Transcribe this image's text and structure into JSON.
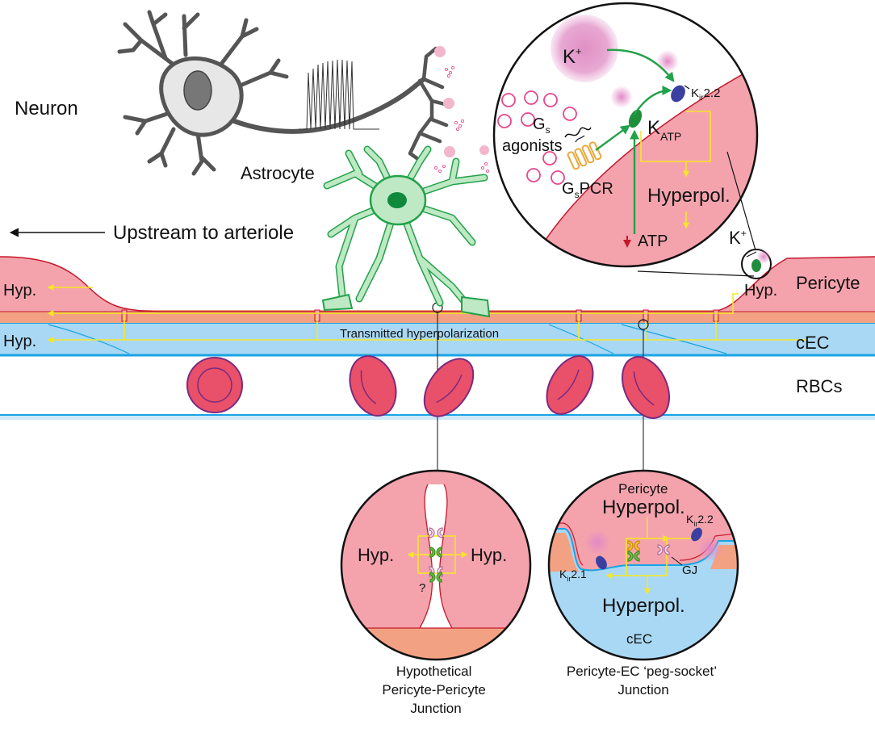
{
  "labels": {
    "neuron": "Neuron",
    "astrocyte": "Astrocyte",
    "upstream": "Upstream to arteriole",
    "pericyte": "Pericyte",
    "cec": "cEC",
    "rbcs": "RBCs",
    "hyp": "Hyp.",
    "transmitted": "Transmitted hyperpolarization",
    "k_plus": "K",
    "plus": "+",
    "g": "G",
    "s_sub": "s",
    "agonists": "agonists",
    "pcr": "PCR",
    "k": "K",
    "atp_sub": "ATP",
    "kir_k": "K",
    "kir_ir": "ir",
    "kir22_num": "2.2",
    "kir21_num": "2.1",
    "hyperpol": "Hyperpol.",
    "atp": "ATP",
    "question": "?",
    "gj": "GJ"
  },
  "captions": {
    "left": [
      "Hypothetical",
      "Pericyte-Pericyte",
      "Junction"
    ],
    "right": [
      "Pericyte-EC ‘peg-socket’",
      "Junction"
    ]
  },
  "colors": {
    "pericyte_fill": "#f4a3ad",
    "pericyte_base": "#f2a283",
    "pericyte_edge": "#c4182b",
    "endothelium_fill": "#a9d8f4",
    "endothelium_edge": "#19a4e3",
    "rbc_fill": "#e9506a",
    "rbc_edge": "#7b2a7e",
    "astrocyte_fill": "#bfe8c4",
    "astrocyte_edge": "#22a24a",
    "neuron_fill": "#e7e7e7",
    "neuron_edge": "#555555",
    "signal_yellow": "#f5e62a",
    "agonist_pink": "#e7478d",
    "katp_green": "#1f8e3c",
    "kir_purple": "#3b3fa0"
  }
}
